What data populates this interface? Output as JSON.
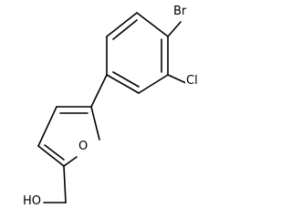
{
  "molecule": {
    "atoms": {
      "bromine": "Br",
      "chlorine": "Cl",
      "furan_oxygen": "O",
      "hydroxyl": "HO"
    },
    "colors": {
      "ink": "#000000",
      "background": "#ffffff"
    }
  }
}
